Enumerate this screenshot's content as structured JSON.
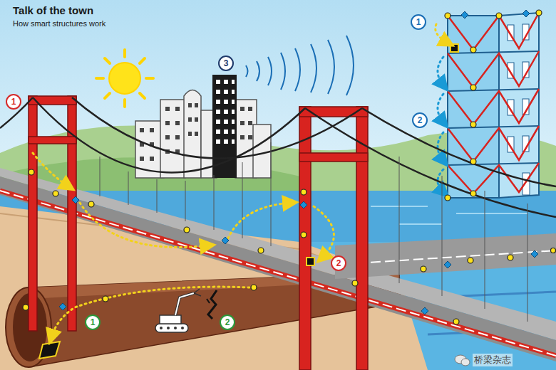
{
  "diagram": {
    "title": "Talk of the town",
    "caption": "How smart structures work",
    "labels": [
      "1",
      "3",
      "1",
      "2",
      "2",
      "1",
      "2",
      "桥梁杂志"
    ]
  }
}
